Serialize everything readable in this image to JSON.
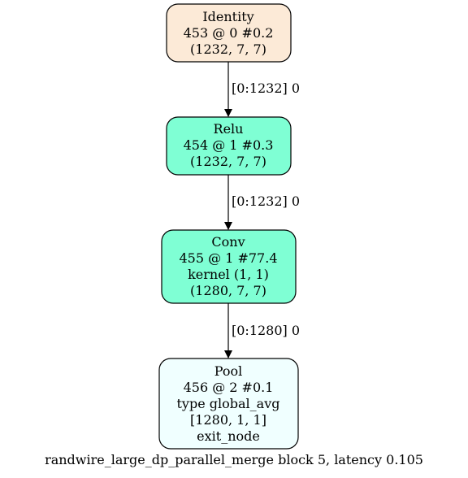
{
  "colors": {
    "identity_fill": "#fcead7",
    "relu_fill": "#7fffd4",
    "conv_fill": "#7fffd4",
    "pool_fill": "#f0ffff",
    "stroke": "#000000"
  },
  "nodes": [
    {
      "id": "identity",
      "lines": [
        "Identity",
        "453 @ 0 #0.2",
        "(1232, 7, 7)"
      ]
    },
    {
      "id": "relu",
      "lines": [
        "Relu",
        "454 @ 1 #0.3",
        "(1232, 7, 7)"
      ]
    },
    {
      "id": "conv",
      "lines": [
        "Conv",
        "455 @ 1 #77.4",
        "kernel (1, 1)",
        "(1280, 7, 7)"
      ]
    },
    {
      "id": "pool",
      "lines": [
        "Pool",
        "456 @ 2 #0.1",
        "type global_avg",
        "[1280, 1, 1]",
        "exit_node"
      ]
    }
  ],
  "edges": [
    {
      "from": "identity",
      "to": "relu",
      "label": "[0:1232] 0"
    },
    {
      "from": "relu",
      "to": "conv",
      "label": "[0:1232] 0"
    },
    {
      "from": "conv",
      "to": "pool",
      "label": "[0:1280] 0"
    }
  ],
  "caption": "randwire_large_dp_parallel_merge block 5, latency 0.105"
}
